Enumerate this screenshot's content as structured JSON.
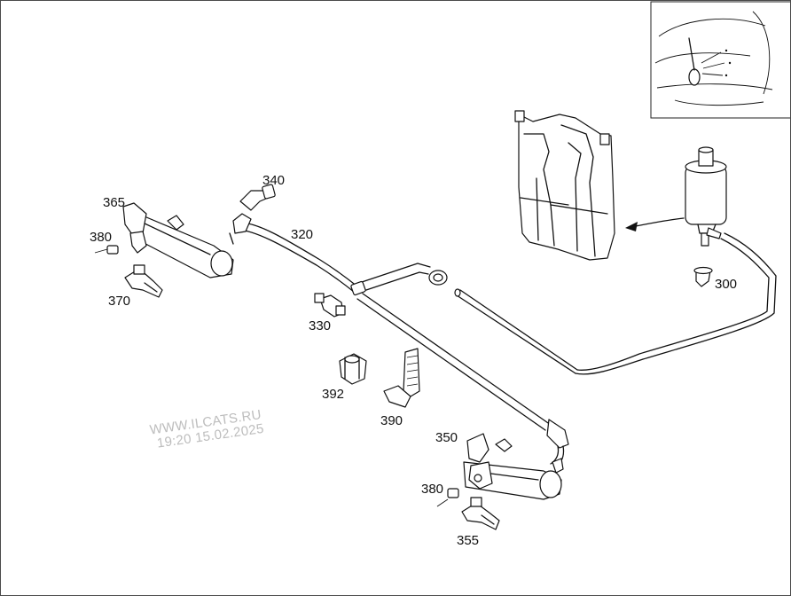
{
  "watermark": {
    "line1": "WWW.ILCATS.RU",
    "line2": "19:20 15.02.2025"
  },
  "parts": {
    "p300": "300",
    "p320": "320",
    "p330": "330",
    "p340": "340",
    "p350": "350",
    "p355": "355",
    "p365": "365",
    "p370": "370",
    "p380a": "380",
    "p380b": "380",
    "p390": "390",
    "p392": "392"
  }
}
